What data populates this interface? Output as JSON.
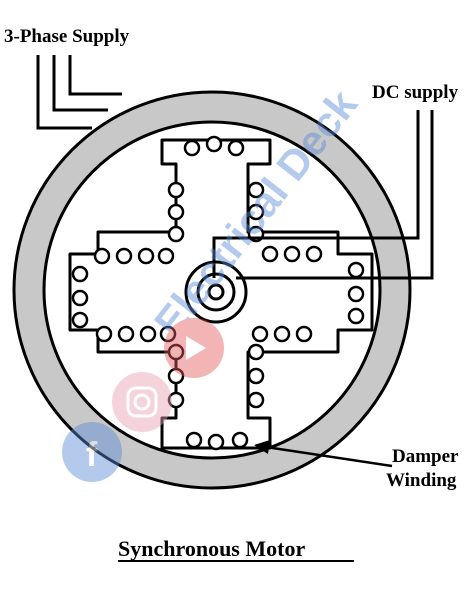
{
  "labels": {
    "three_phase": "3-Phase Supply",
    "dc_supply": "DC supply",
    "damper_line1": "Damper",
    "damper_line2": "Winding",
    "caption": "Synchronous Motor"
  },
  "watermark": {
    "text": "Electrical Deck",
    "icons": [
      "facebook-icon",
      "instagram-icon",
      "youtube-icon"
    ]
  },
  "colors": {
    "stator": "#c8c8c8",
    "outline": "#000000",
    "watermark_blue": "#5b8bd6",
    "watermark_pink": "#e9a0b4",
    "watermark_red": "#e35a5a"
  }
}
